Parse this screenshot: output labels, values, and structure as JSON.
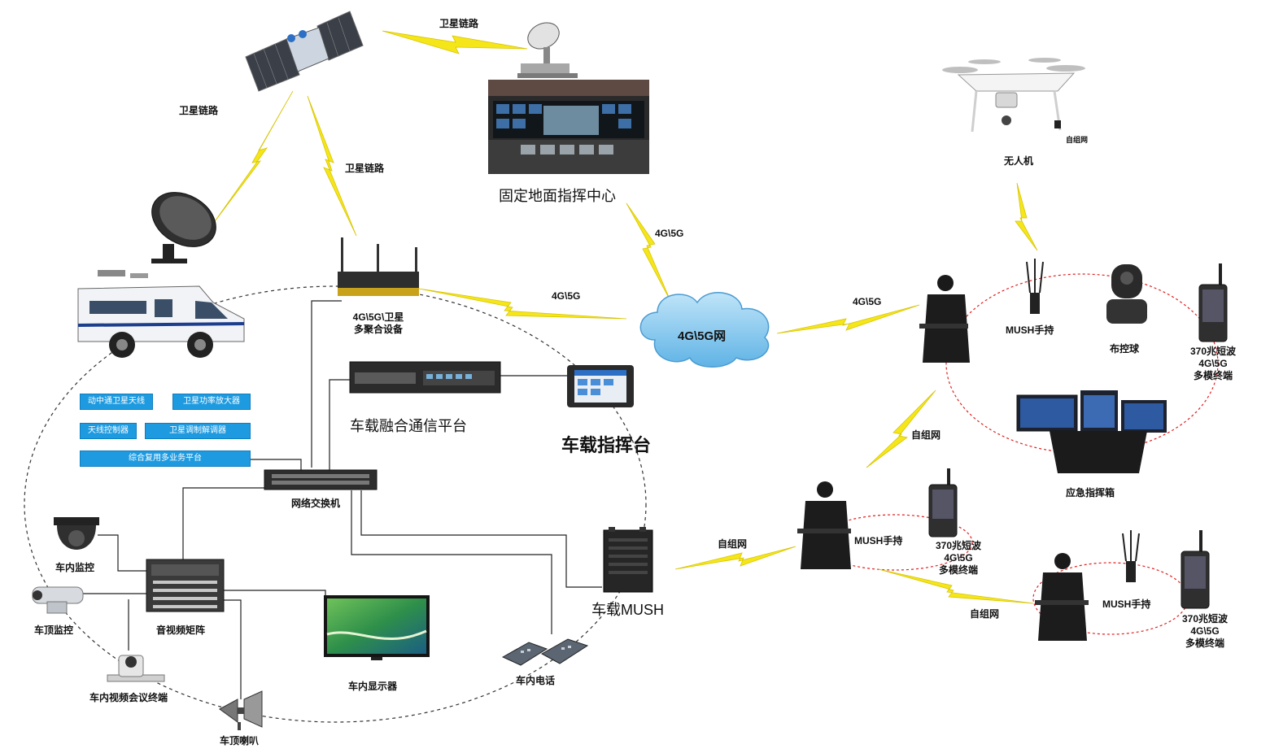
{
  "links": {
    "sat_link_top": "卫星链路",
    "sat_link_left": "卫星链路",
    "sat_link_mid": "卫星链路",
    "net_4g5g_a": "4G\\5G",
    "net_4g5g_b": "4G\\5G",
    "net_4g5g_c": "4G\\5G",
    "adhoc_a": "自组网",
    "adhoc_b": "自组网",
    "adhoc_c": "自组网",
    "adhoc_drone": "自组网"
  },
  "nodes": {
    "ground_center": "固定地面指挥中心",
    "aggregator_line1": "4G\\5G\\卫星",
    "aggregator_line2": "多聚合设备",
    "network": "4G\\5G网",
    "vehicle_platform": "车载融合通信平台",
    "vehicle_console": "车载指挥台",
    "switch": "网络交换机",
    "vehicle_mush": "车载MUSH",
    "in_car_monitor": "车内监控",
    "roof_monitor": "车顶监控",
    "av_matrix": "音视频矩阵",
    "video_conf": "车内视频会议终端",
    "roof_speaker": "车顶喇叭",
    "in_car_display": "车内显示器",
    "in_car_phone": "车内电话",
    "drone": "无人机",
    "mush_handheld_a": "MUSH手持",
    "ptz_ball": "布控球",
    "terminal_a_l1": "370兆短波",
    "terminal_a_l2": "4G\\5G",
    "terminal_a_l3": "多模终端",
    "emergency_box": "应急指挥箱",
    "mush_handheld_b": "MUSH手持",
    "terminal_b_l1": "370兆短波",
    "terminal_b_l2": "4G\\5G",
    "terminal_b_l3": "多模终端",
    "mush_handheld_c": "MUSH手持",
    "terminal_c_l1": "370兆短波",
    "terminal_c_l2": "4G\\5G",
    "terminal_c_l3": "多模终端"
  },
  "modules": {
    "sat_antenna": "动中通卫星天线",
    "power_amp": "卫星功率放大器",
    "antenna_ctrl": "天线控制器",
    "modem": "卫星调制解调器",
    "service_platform": "综合复用多业务平台"
  },
  "colors": {
    "bolt": "#f5e61a",
    "module_blue": "#1e9be0",
    "cloud": "#7fc6ee",
    "red_dotted": "#e02020"
  }
}
